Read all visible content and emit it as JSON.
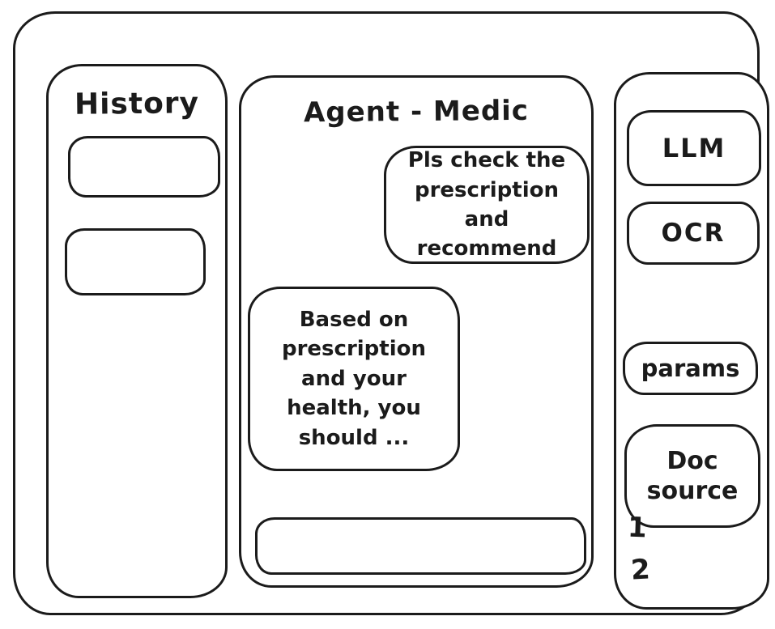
{
  "canvas": {
    "background": "#ffffff",
    "stroke_color": "#1b1b1b"
  },
  "history_panel": {
    "title": "History",
    "items": [
      {
        "label": ""
      },
      {
        "label": ""
      }
    ]
  },
  "chat_panel": {
    "title": "Agent - Medic",
    "messages": [
      {
        "role": "user",
        "text": "Pls check the\nprescription\nand recommend"
      },
      {
        "role": "assistant",
        "text": "Based on\nprescription\nand your\nhealth, you\nshould ..."
      }
    ],
    "input": {
      "value": "",
      "placeholder": ""
    }
  },
  "tools_panel": {
    "llm_button": "LLM",
    "ocr_button": "OCR",
    "params_button": "params",
    "doc_source_button": "Doc source",
    "doc_source_items": [
      "1",
      "2"
    ]
  }
}
